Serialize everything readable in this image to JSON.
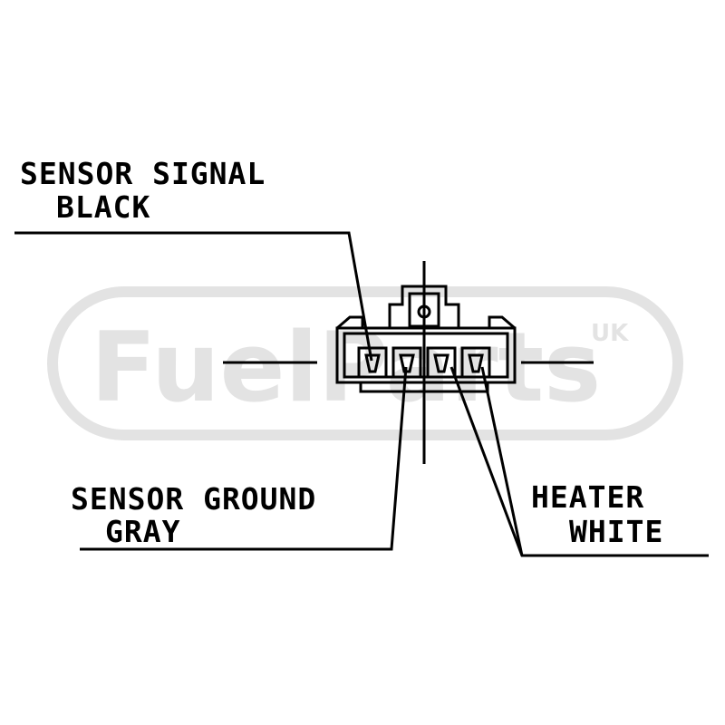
{
  "watermark": {
    "brand": "FuelParts",
    "region": "UK"
  },
  "diagram": {
    "labels": {
      "sensor_signal": "SENSOR SIGNAL",
      "sensor_signal_color": "BLACK",
      "sensor_ground": "SENSOR GROUND",
      "sensor_ground_color": "GRAY",
      "heater": "HEATER",
      "heater_color": "WHITE"
    }
  },
  "colors": {
    "line": "#000000",
    "watermark": "#e3e3e3",
    "background": "#ffffff"
  }
}
